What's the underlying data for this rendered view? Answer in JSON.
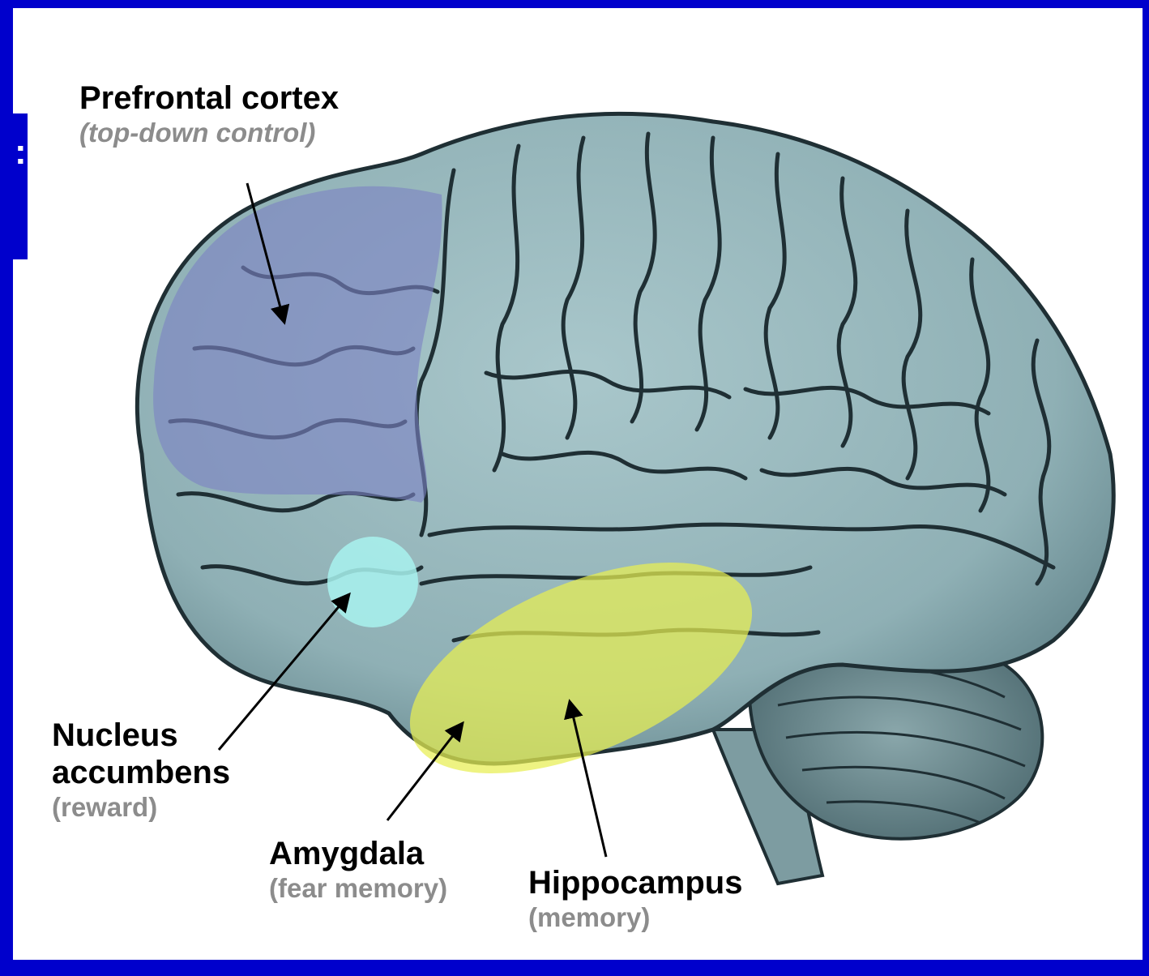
{
  "slide": {
    "title_fragment": ":",
    "colors": {
      "frame": "#0000cc",
      "panel": "#ffffff",
      "brain_tissue": "#8fb0b5",
      "sulci": "#1f2f34",
      "prefrontal_highlight": "#7d83c4",
      "nucleus_accumbens_highlight": "#a8f2ee",
      "hippocampus_highlight": "#e8ef52"
    }
  },
  "labels": {
    "prefrontal": {
      "name": "Prefrontal cortex",
      "role": "(top-down control)"
    },
    "nucleus_accumbens": {
      "name_line1": "Nucleus",
      "name_line2": "accumbens",
      "role": "(reward)"
    },
    "amygdala": {
      "name": "Amygdala",
      "role": "(fear memory)"
    },
    "hippocampus": {
      "name": "Hippocampus",
      "role": "(memory)"
    }
  }
}
